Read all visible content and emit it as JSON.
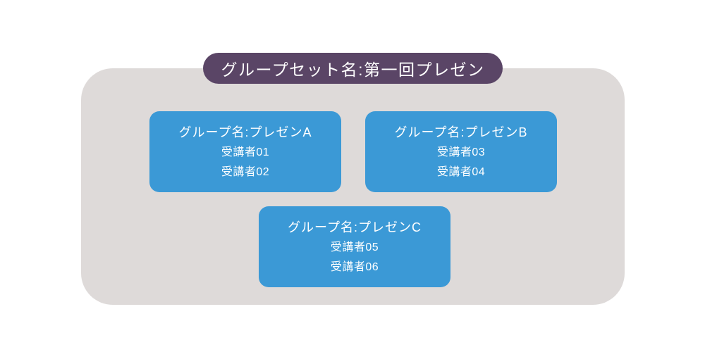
{
  "colors": {
    "page_background": "#ffffff",
    "container_background": "#dedad9",
    "badge_background": "#5a4566",
    "group_box_background": "#3b99d6",
    "text_color": "#ffffff"
  },
  "group_set": {
    "label": "グループセット名:第一回プレゼン",
    "groups": [
      {
        "name": "グループ名:プレゼンA",
        "members": [
          "受講者01",
          "受講者02"
        ]
      },
      {
        "name": "グループ名:プレゼンB",
        "members": [
          "受講者03",
          "受講者04"
        ]
      },
      {
        "name": "グループ名:プレゼンC",
        "members": [
          "受講者05",
          "受講者06"
        ]
      }
    ]
  }
}
